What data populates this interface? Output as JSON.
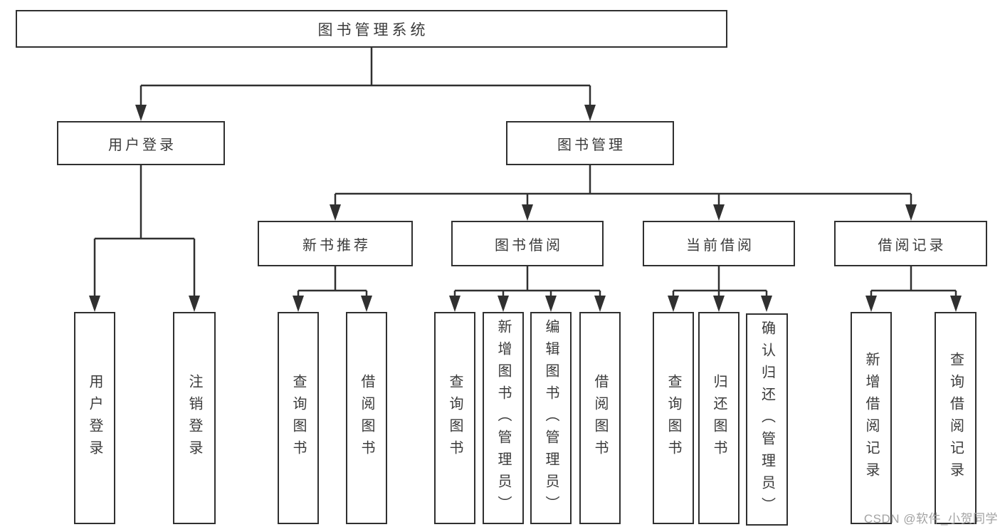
{
  "tree": {
    "label": "图书管理系统",
    "children": [
      {
        "label": "用户登录",
        "children": [
          {
            "label": "用户登录"
          },
          {
            "label": "注销登录"
          }
        ]
      },
      {
        "label": "图书管理",
        "children": [
          {
            "label": "新书推荐",
            "children": [
              {
                "label": "查询图书"
              },
              {
                "label": "借阅图书"
              }
            ]
          },
          {
            "label": "图书借阅",
            "children": [
              {
                "label": "查询图书"
              },
              {
                "label": "新增图书（管理员）"
              },
              {
                "label": "编辑图书（管理员）"
              },
              {
                "label": "借阅图书"
              }
            ]
          },
          {
            "label": "当前借阅",
            "children": [
              {
                "label": "查询图书"
              },
              {
                "label": "归还图书"
              },
              {
                "label": "确认归还（管理员）"
              }
            ]
          },
          {
            "label": "借阅记录",
            "children": [
              {
                "label": "新增借阅记录"
              },
              {
                "label": "查询借阅记录"
              }
            ]
          }
        ]
      }
    ]
  },
  "watermark": "CSDN @软件_小贺同学",
  "colors": {
    "line": "#303030",
    "text": "#3b3b3b",
    "watermark": "#a3a3a3",
    "background": "#ffffff"
  }
}
